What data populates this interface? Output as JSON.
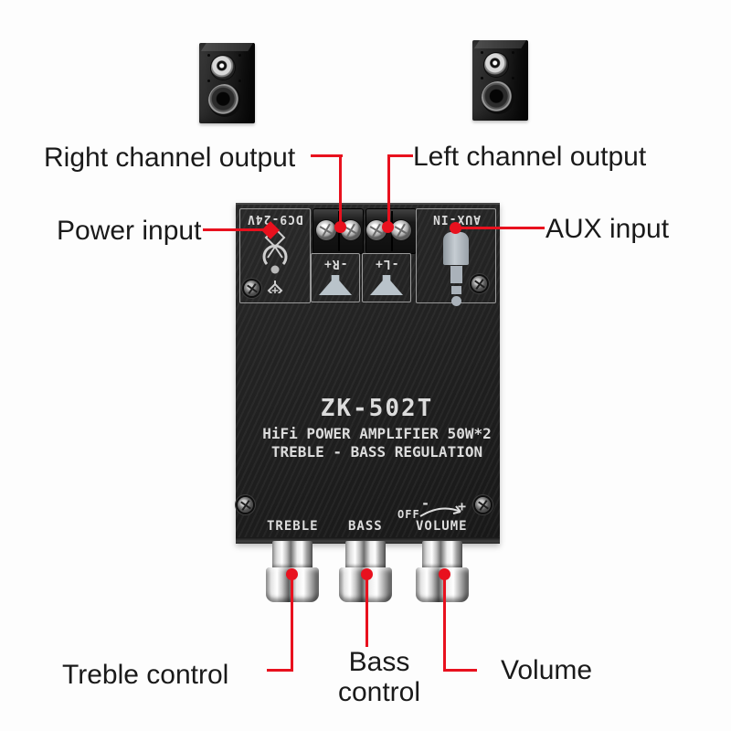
{
  "colors": {
    "annotation_red": "#e8111e",
    "board_black": "#1c1c1c",
    "silkscreen_white": "#dcdcdc",
    "label_black": "#1a1a1a",
    "background_white": "#fdfdfd"
  },
  "annotations": {
    "right_channel_output": "Right channel output",
    "left_channel_output": "Left channel output",
    "power_input": "Power input",
    "aux_input": "AUX input",
    "treble_control": "Treble control",
    "bass_control_line1": "Bass",
    "bass_control_line2": "control",
    "volume": "Volume"
  },
  "board": {
    "model": "ZK-502T",
    "spec_line": "HiFi POWER AMPLIFIER 50W*2",
    "feature_line": "TREBLE - BASS  REGULATION",
    "power_port_label": "DC9-24V",
    "aux_port_label": "AUX-IN",
    "right_speaker_terminal": "-R+",
    "left_speaker_terminal": "-L+",
    "treble_knob_label": "TREBLE",
    "bass_knob_label": "BASS",
    "volume_knob_label": "VOLUME",
    "volume_off_label": "OFF",
    "volume_minus": "-",
    "volume_plus": "+"
  }
}
